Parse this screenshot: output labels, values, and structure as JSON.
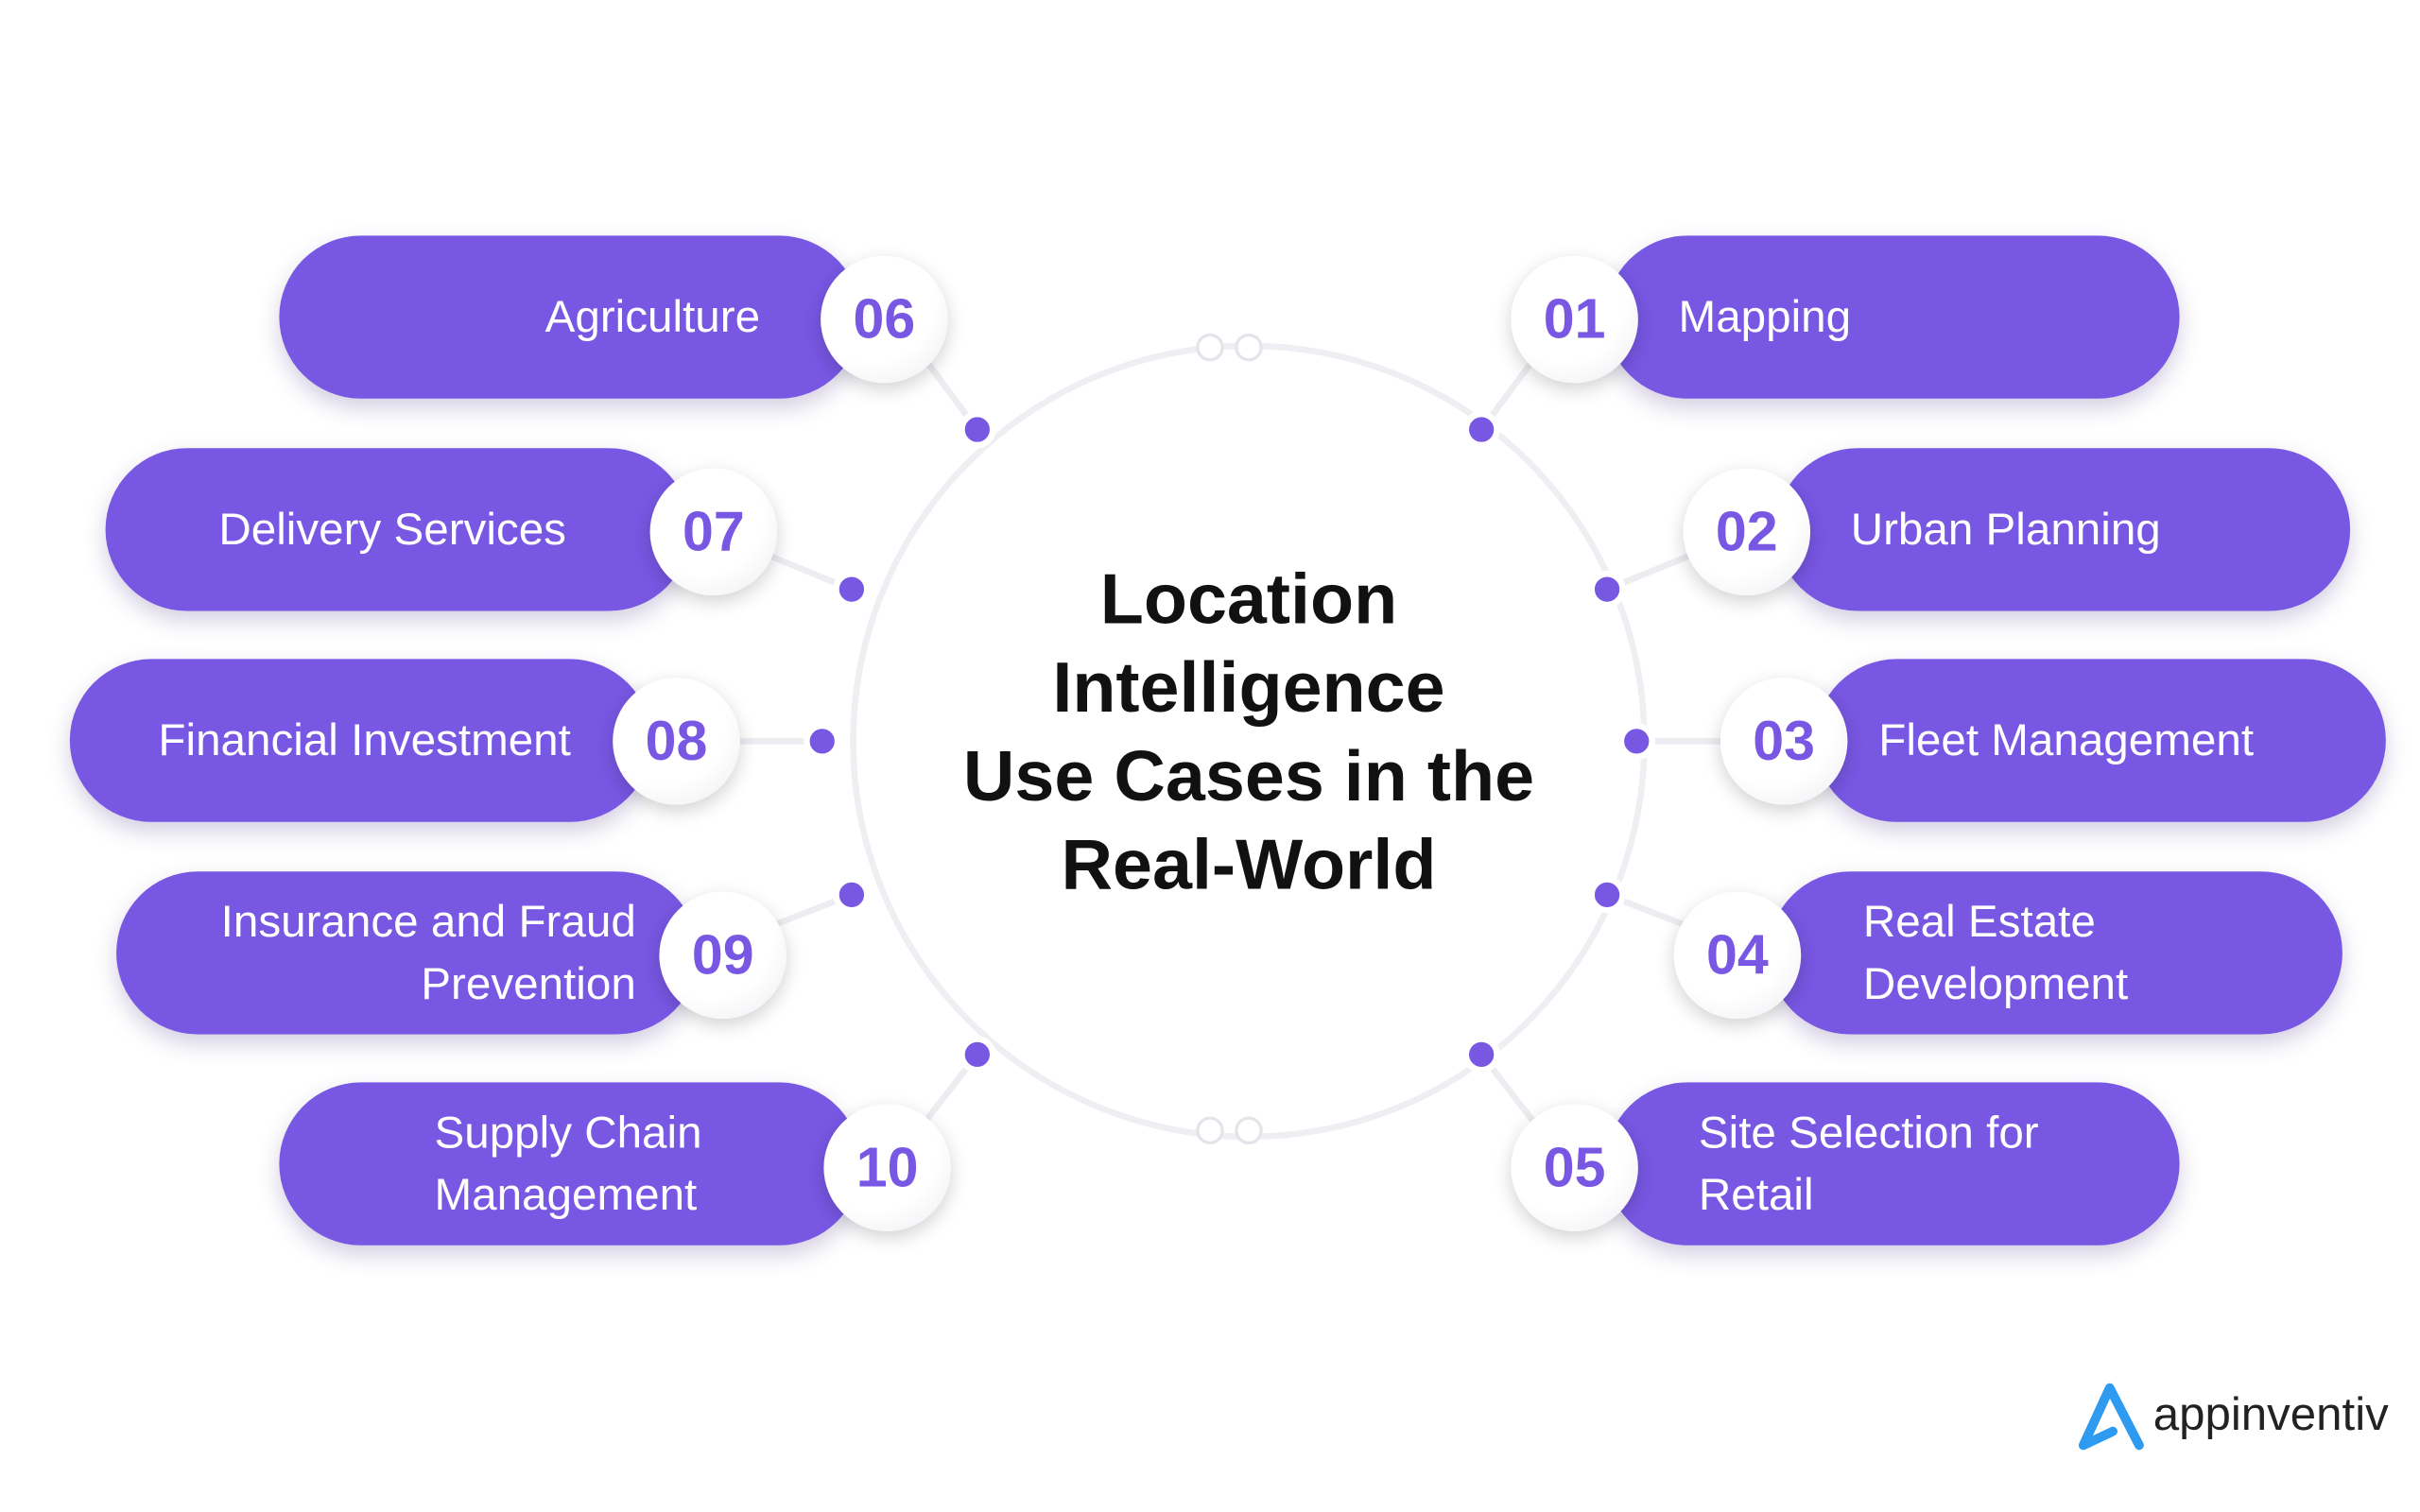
{
  "title": {
    "line1": "Location",
    "line2": "Intelligence",
    "line3": "Use Cases in the",
    "line4": "Real-World"
  },
  "items": [
    {
      "number": "01",
      "label": "Mapping"
    },
    {
      "number": "02",
      "label": "Urban Planning"
    },
    {
      "number": "03",
      "label": "Fleet Management"
    },
    {
      "number": "04",
      "label": "Real Estate Development"
    },
    {
      "number": "05",
      "label": "Site Selection for Retail"
    },
    {
      "number": "06",
      "label": "Agriculture"
    },
    {
      "number": "07",
      "label": "Delivery Services"
    },
    {
      "number": "08",
      "label": "Financial Investment"
    },
    {
      "number": "09",
      "label": "Insurance and Fraud Prevention"
    },
    {
      "number": "10",
      "label": "Supply Chain Management"
    }
  ],
  "logo": {
    "text": "appinventiv"
  },
  "colors": {
    "accent": "#7857E3",
    "logo_blue": "#2E9BF0"
  }
}
